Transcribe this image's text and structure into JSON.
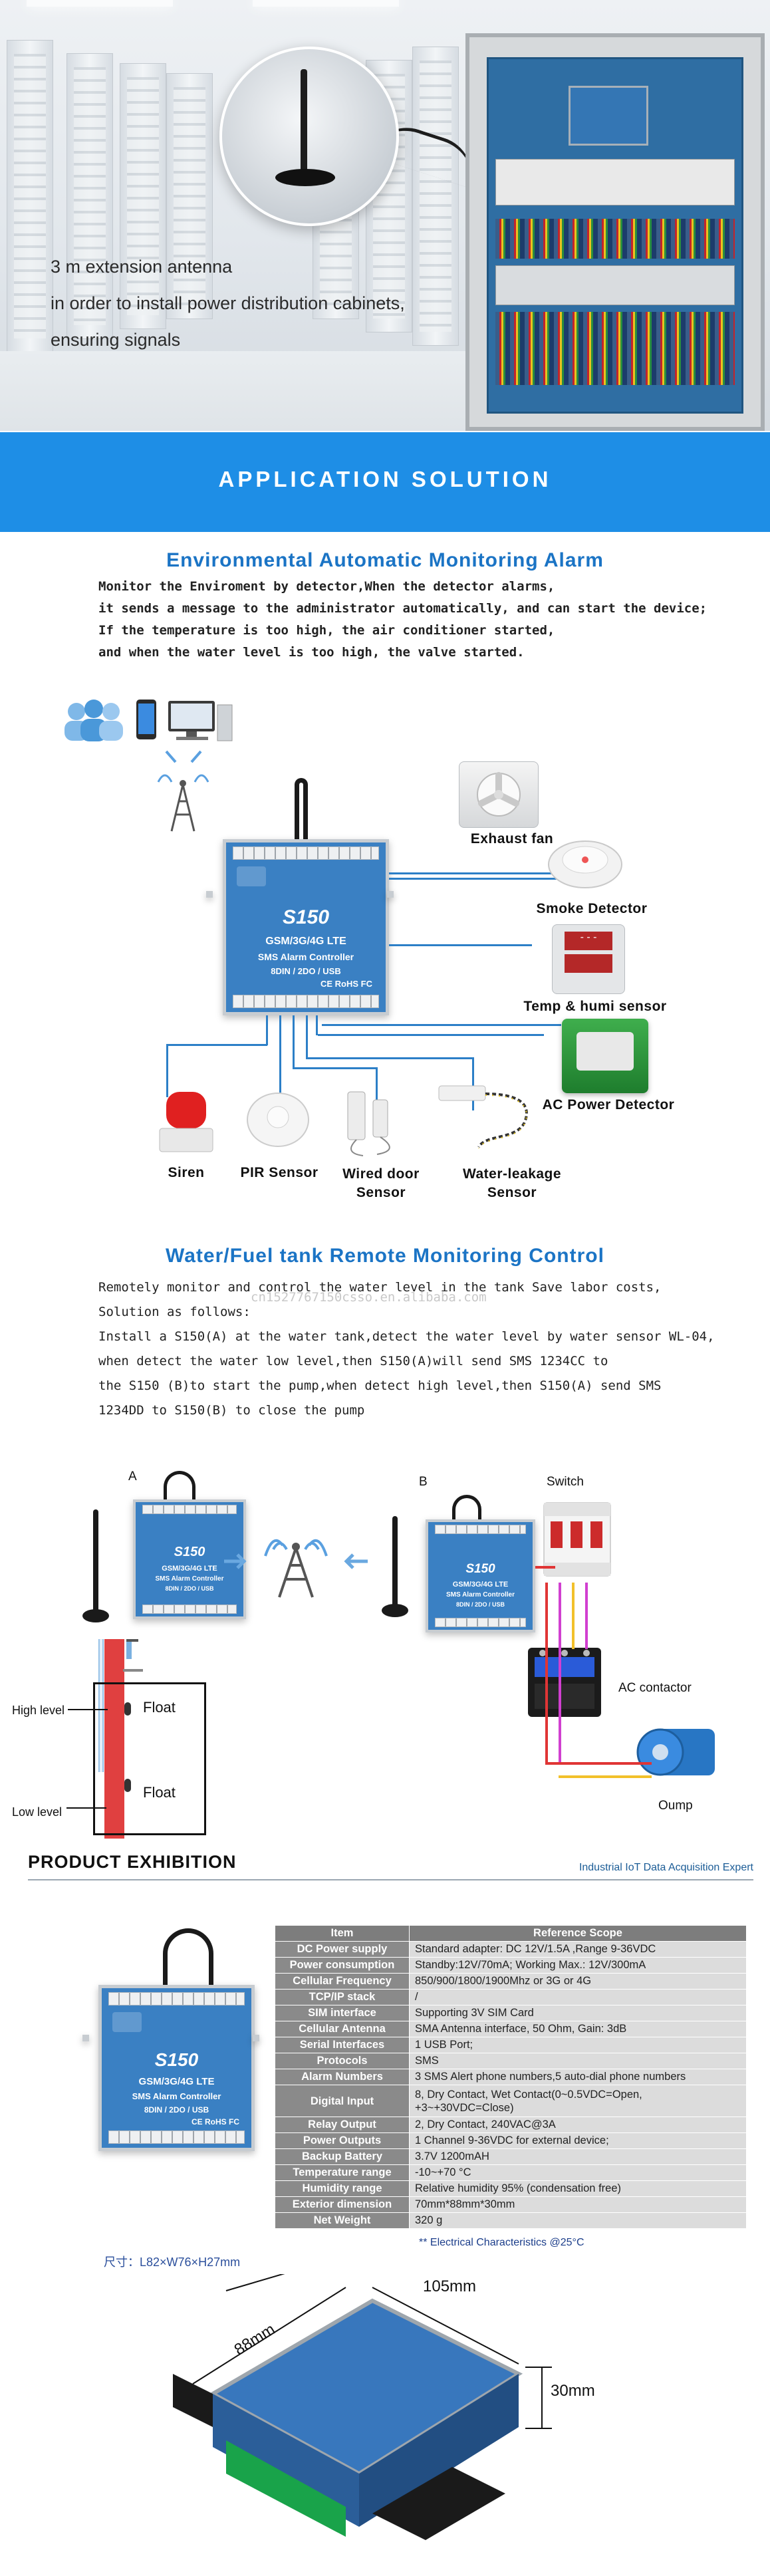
{
  "hero": {
    "lines": [
      "3 m extension antenna",
      "in order to install power distribution cabinets,",
      "ensuring signals"
    ]
  },
  "application_solution": {
    "title": "APPLICATION SOLUTION"
  },
  "environmental": {
    "title": "Environmental Automatic Monitoring Alarm",
    "paragraph": [
      "Monitor the Enviroment by detector,When the detector alarms,",
      "it sends a message to the administrator automatically, and can start the device;",
      "If the temperature is too high, the air conditioner started,",
      "and when the water level is too high, the valve started."
    ],
    "right_labels": [
      "Exhaust fan",
      "Smoke Detector",
      "Temp & humi sensor",
      "AC Power Detector"
    ],
    "bottom_labels": [
      "Siren",
      "PIR Sensor",
      "Wired door Sensor",
      "Water-leakage Sensor"
    ],
    "device": {
      "model": "S150",
      "line1": "GSM/3G/4G LTE",
      "line2": "SMS Alarm Controller",
      "line3": "8DIN / 2DO / USB",
      "marks": "CE RoHS FC"
    }
  },
  "water": {
    "title": "Water/Fuel tank Remote Monitoring Control",
    "paragraph": [
      "Remotely monitor and control the water level in the tank Save labor costs,",
      "Solution as follows:",
      "Install a S150(A) at the water tank,detect the water level by water sensor WL-04,",
      "when detect the water low level,then S150(A)will send SMS 1234CC to",
      "the S150 (B)to start the pump,when detect high level,then S150(A) send SMS",
      "1234DD to S150(B) to close the pump"
    ],
    "watermark": "cn1527767150csso.en.alibaba.com",
    "labels": {
      "a": "A",
      "b": "B",
      "switch": "Switch",
      "contactor": "AC contactor",
      "pump": "Oump",
      "high_level": "High level",
      "low_level": "Low level",
      "float1": "Float",
      "float2": "Float"
    }
  },
  "product": {
    "title": "PRODUCT EXHIBITION",
    "subtitle": "Industrial IoT Data Acquisition Expert",
    "table_headers": [
      "Item",
      "Reference Scope"
    ],
    "rows": [
      [
        "DC Power supply",
        "Standard adapter: DC 12V/1.5A ,Range 9-36VDC"
      ],
      [
        "Power consumption",
        "Standby:12V/70mA; Working Max.: 12V/300mA"
      ],
      [
        "Cellular Frequency",
        "850/900/1800/1900Mhz or 3G or 4G"
      ],
      [
        "TCP/IP stack",
        "/"
      ],
      [
        "SIM interface",
        "Supporting 3V SIM Card"
      ],
      [
        "Cellular Antenna",
        "SMA Antenna interface, 50 Ohm, Gain: 3dB"
      ],
      [
        "Serial Interfaces",
        "1 USB Port;"
      ],
      [
        "Protocols",
        "SMS"
      ],
      [
        "Alarm Numbers",
        "3 SMS Alert phone numbers,5 auto-dial phone numbers"
      ],
      [
        "Digital Input",
        "8, Dry Contact, Wet Contact(0~0.5VDC=Open, +3~+30VDC=Close)"
      ],
      [
        "Relay Output",
        "2, Dry Contact, 240VAC@3A"
      ],
      [
        "Power Outputs",
        "1 Channel 9-36VDC for external device;"
      ],
      [
        "Backup Battery",
        "3.7V 1200mAH"
      ],
      [
        "Temperature range",
        "-10~+70 °C"
      ],
      [
        "Humidity range",
        "Relative humidity 95% (condensation free)"
      ],
      [
        "Exterior dimension",
        "70mm*88mm*30mm"
      ],
      [
        "Net Weight",
        "320 g"
      ]
    ],
    "footnote": "** Electrical Characteristics @25°C",
    "dims_label": "尺寸：L82×W76×H27mm",
    "dims": {
      "width": "105mm",
      "depth": "88mm",
      "height": "30mm"
    }
  },
  "colors": {
    "accent": "#1e8ee6",
    "title_blue": "#1b74c5",
    "device_blue": "#3a80c3"
  }
}
